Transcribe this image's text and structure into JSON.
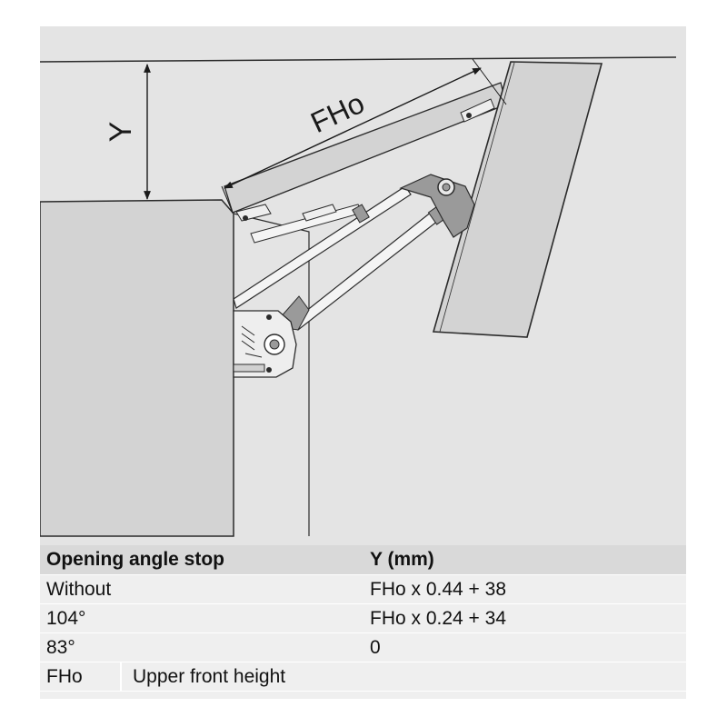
{
  "diagram": {
    "labels": {
      "y_dimension": "Y",
      "front_height": "FHo"
    },
    "colors": {
      "background": "#e4e4e4",
      "panel": "#d3d3d3",
      "outline": "#2b2b2b",
      "mechanism": "#9a9a9a",
      "rod": "#f4f4f4"
    }
  },
  "table": {
    "headers": [
      "Opening angle stop",
      "Y (mm)"
    ],
    "rows": [
      [
        "Without",
        "FHo x 0.44 + 38"
      ],
      [
        "104°",
        "FHo x 0.24 + 34"
      ],
      [
        "83°",
        "0"
      ]
    ],
    "abbreviation": {
      "term": "FHo",
      "definition": "Upper front height"
    },
    "colors": {
      "header_bg": "#d9d9d9",
      "row_bg": "#efefef"
    }
  }
}
